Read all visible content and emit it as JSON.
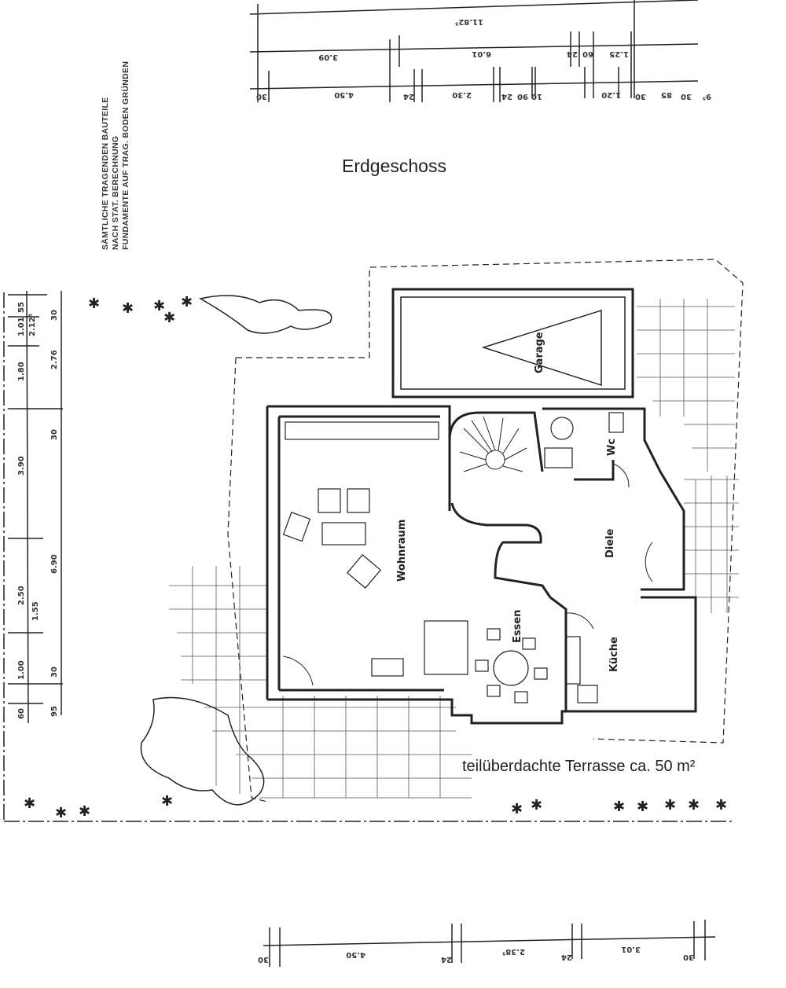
{
  "header": {
    "title": "Erdgeschoss"
  },
  "notes": [
    "SÄMTLICHE TRAGENDEN BAUTEILE",
    "NACH STAT. BERECHNUNG",
    "FUNDAMENTE AUF TRAG. BODEN GRÜNDEN"
  ],
  "rooms": {
    "garage": "Garage",
    "wohnraum": "Wohnraum",
    "diele": "Diele",
    "wc": "Wc",
    "kueche": "Küche",
    "essen": "Essen"
  },
  "terrace_label": "teilüberdachte Terrasse ca. 50 m²",
  "dims_top": {
    "row1": [
      "11.82⁵"
    ],
    "row2": [
      "3.09",
      "6.01",
      "24",
      "60",
      "1.25"
    ],
    "row3": [
      "30",
      "4.50",
      "24",
      "2.30",
      "24",
      "90",
      "10",
      "1.20",
      "30",
      "85",
      "30",
      "9⁵"
    ]
  },
  "dims_left": {
    "outer": [
      "55",
      "1.01",
      "1.80",
      "3.90",
      "2.50",
      "1.00",
      "60"
    ],
    "inner": [
      "30",
      "2.76",
      "30",
      "6.90",
      "1.55",
      "30",
      "95"
    ],
    "extra": "2.12⁵"
  },
  "dims_bottom": [
    "30",
    "4.50",
    "24",
    "2.38⁵",
    "24",
    "3.01",
    "30"
  ]
}
